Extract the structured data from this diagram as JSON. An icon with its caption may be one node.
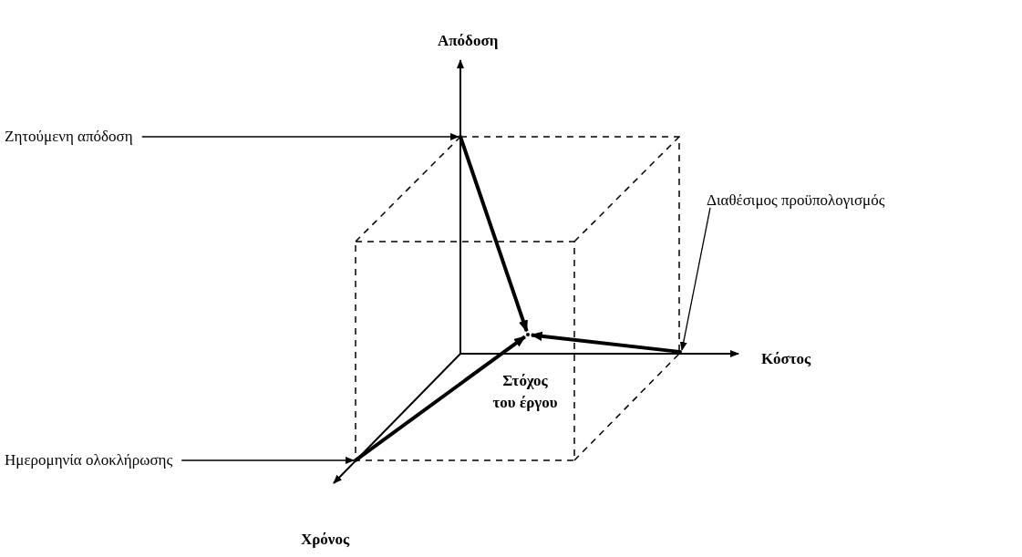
{
  "diagram": {
    "nodes": [
      {
        "text": [
          "Ζητούμενη απόδοση"
        ]
      },
      {
        "text": [],
        "shape": "point"
      },
      {
        "text": [
          "Διαθέσιμος προϋπολογισμός"
        ]
      },
      {
        "text": [],
        "shape": "point"
      },
      {
        "text": [],
        "shape": "point"
      },
      {
        "text": [
          "Ημερομηνία ολοκλήρωσης"
        ]
      },
      {
        "text": [],
        "shape": "point"
      }
    ],
    "edges": [
      {
        "from": 0,
        "to": 1,
        "arrow": "to"
      },
      {
        "from": 2,
        "to": 3,
        "arrow": "to"
      },
      {
        "from": 5,
        "to": 6,
        "arrow": "to"
      },
      {
        "from": 1,
        "to": 4,
        "arrow": "to",
        "style": "thick"
      },
      {
        "from": 3,
        "to": 4,
        "arrow": "to",
        "style": "thick"
      },
      {
        "from": 6,
        "to": 4,
        "arrow": "to",
        "style": "thick"
      }
    ],
    "labels": [
      "Απόδοση",
      "Κόστος",
      "Στόχος του έργου",
      "Χρόνος"
    ]
  }
}
